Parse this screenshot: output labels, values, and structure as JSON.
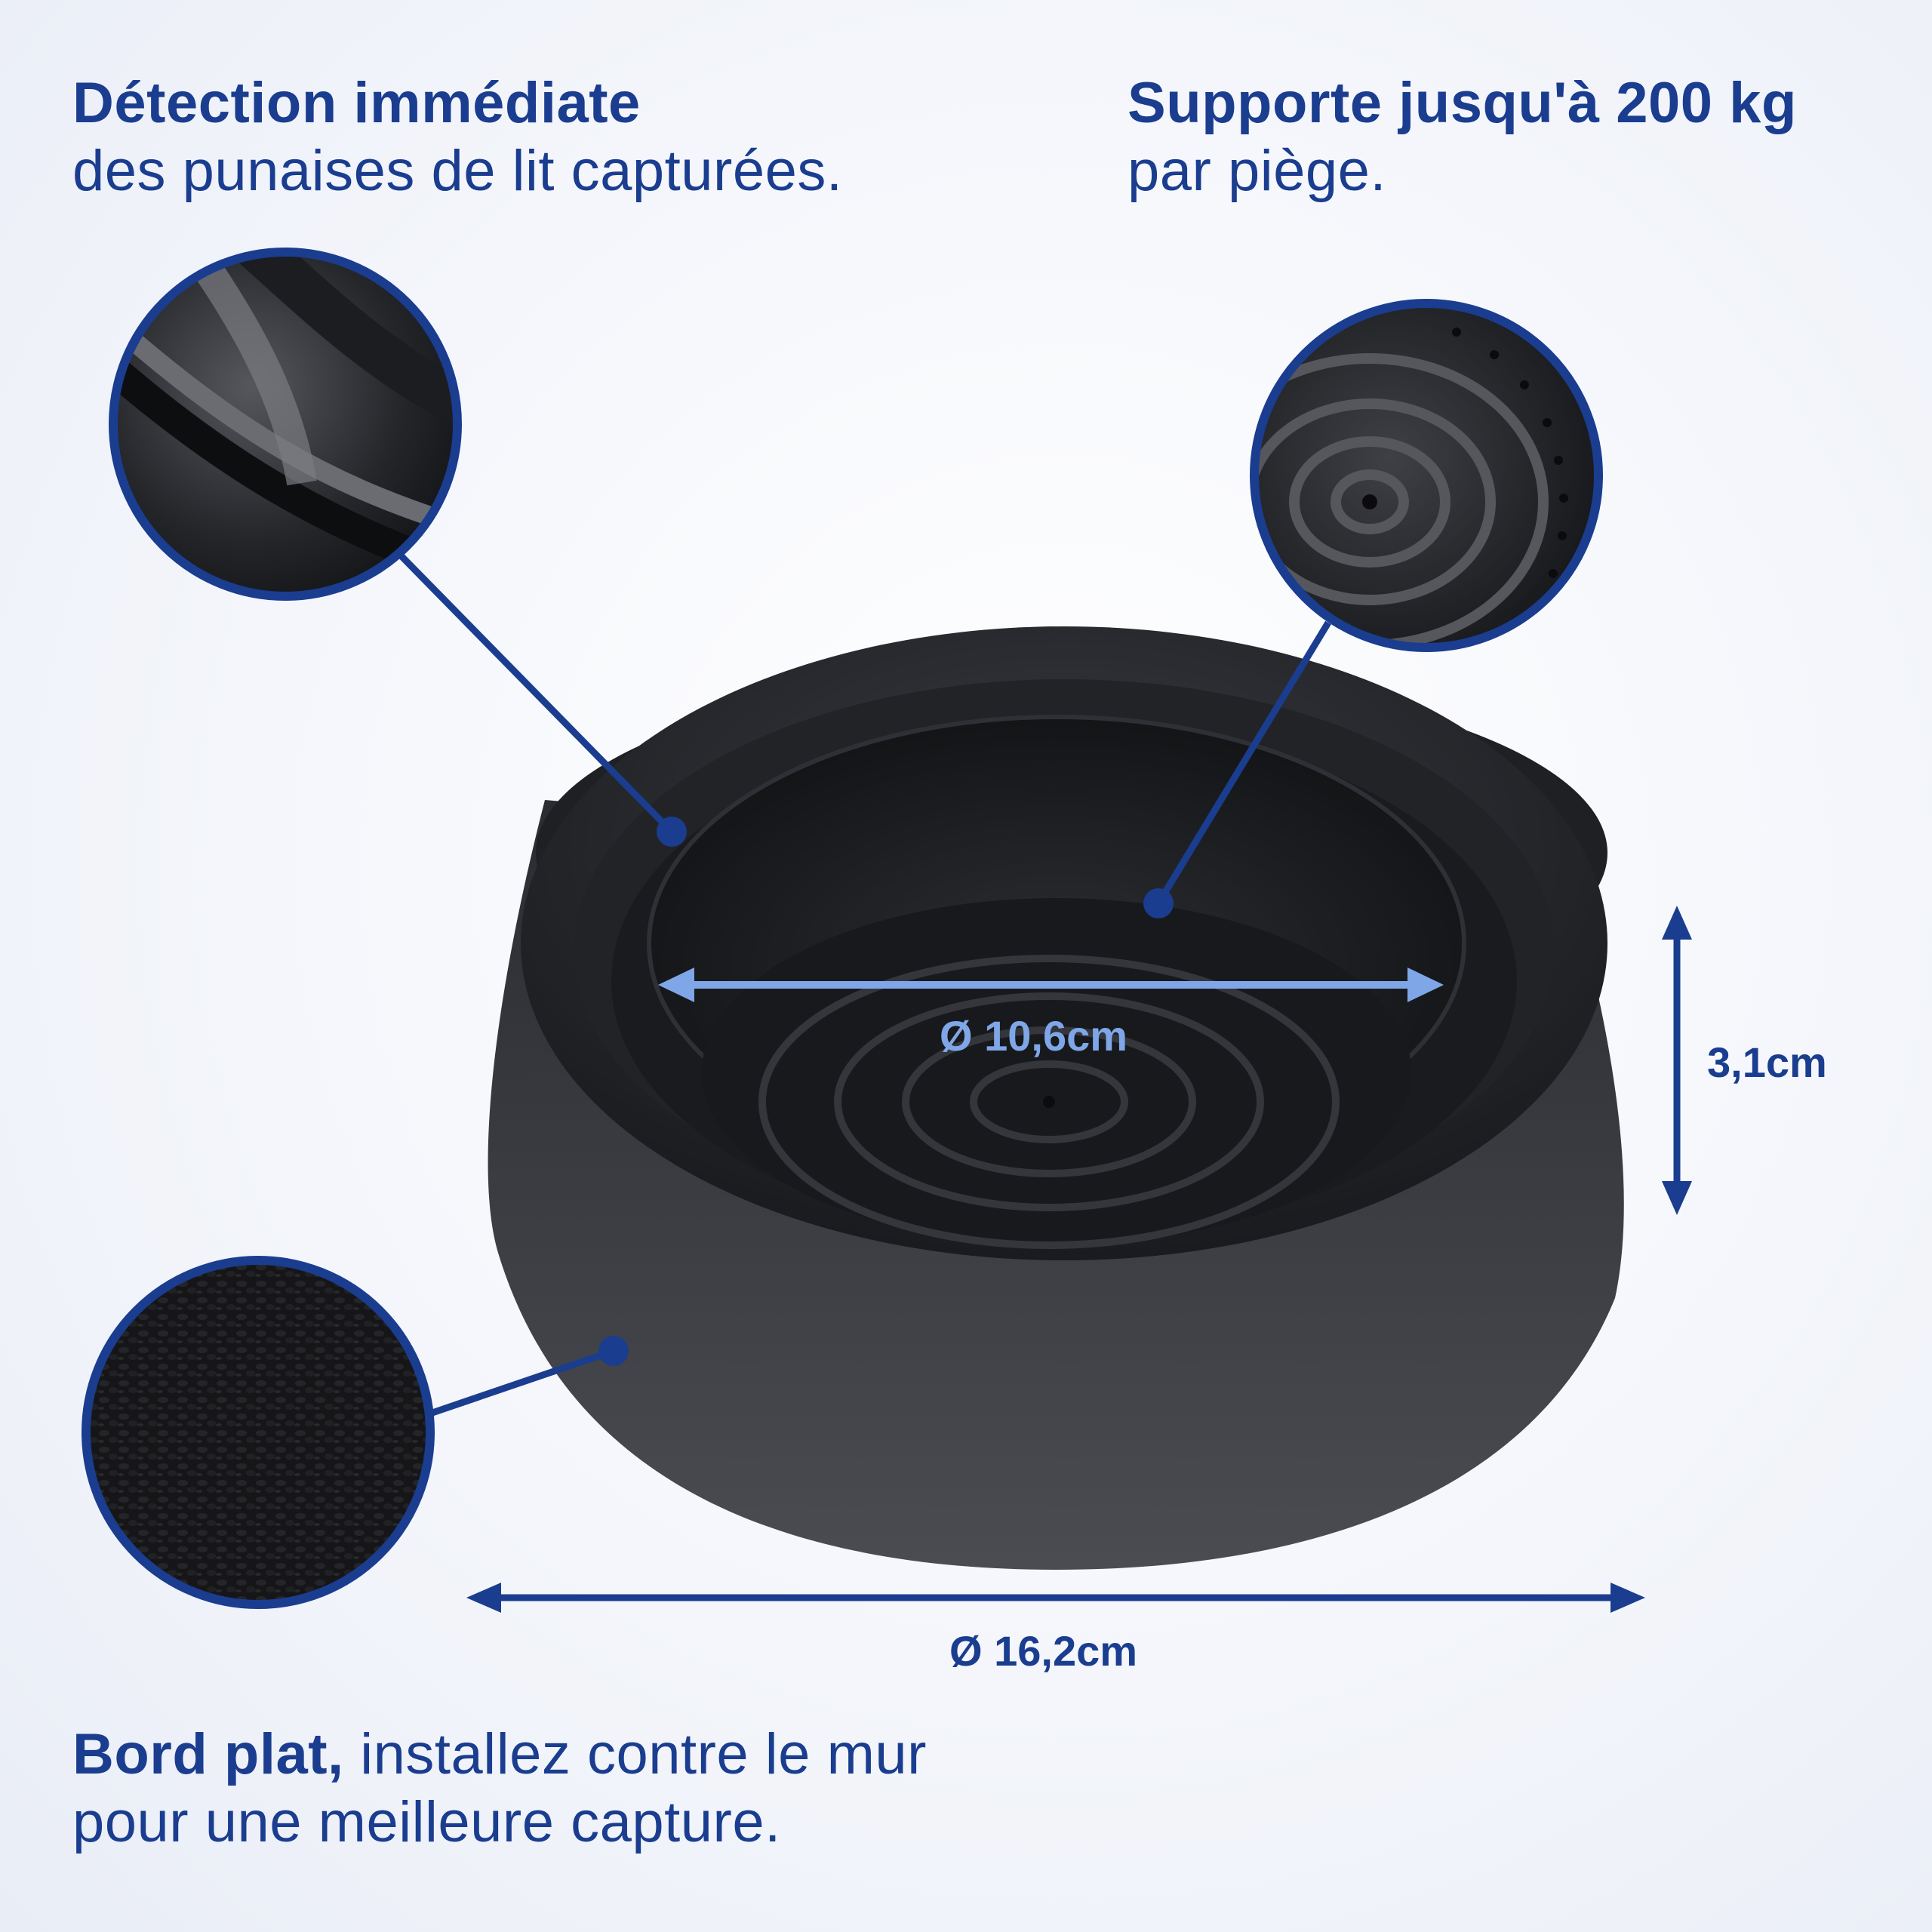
{
  "captions": {
    "detection": {
      "bold": "Détection immédiate",
      "rest": "des punaises de lit capturées."
    },
    "support": {
      "bold": "Supporte jusqu'à 200 kg",
      "rest": "par piège."
    },
    "edge": {
      "bold": "Bord plat,",
      "rest_line1": " installez contre le mur",
      "rest_line2": "pour une meilleure capture."
    }
  },
  "dimensions": {
    "inner_diameter": "Ø 10,6cm",
    "outer_diameter": "Ø 16,2cm",
    "height": "3,1cm"
  },
  "colors": {
    "brand_blue": "#1a3d8f",
    "light_blue_arrow": "#7fa7e8",
    "product_black": "#1b1c1f"
  },
  "icons": {
    "zoom_detail_top_left": "inner-wall-detail",
    "zoom_detail_top_right": "ring-base-detail",
    "zoom_detail_bottom_left": "textured-surface-detail"
  }
}
